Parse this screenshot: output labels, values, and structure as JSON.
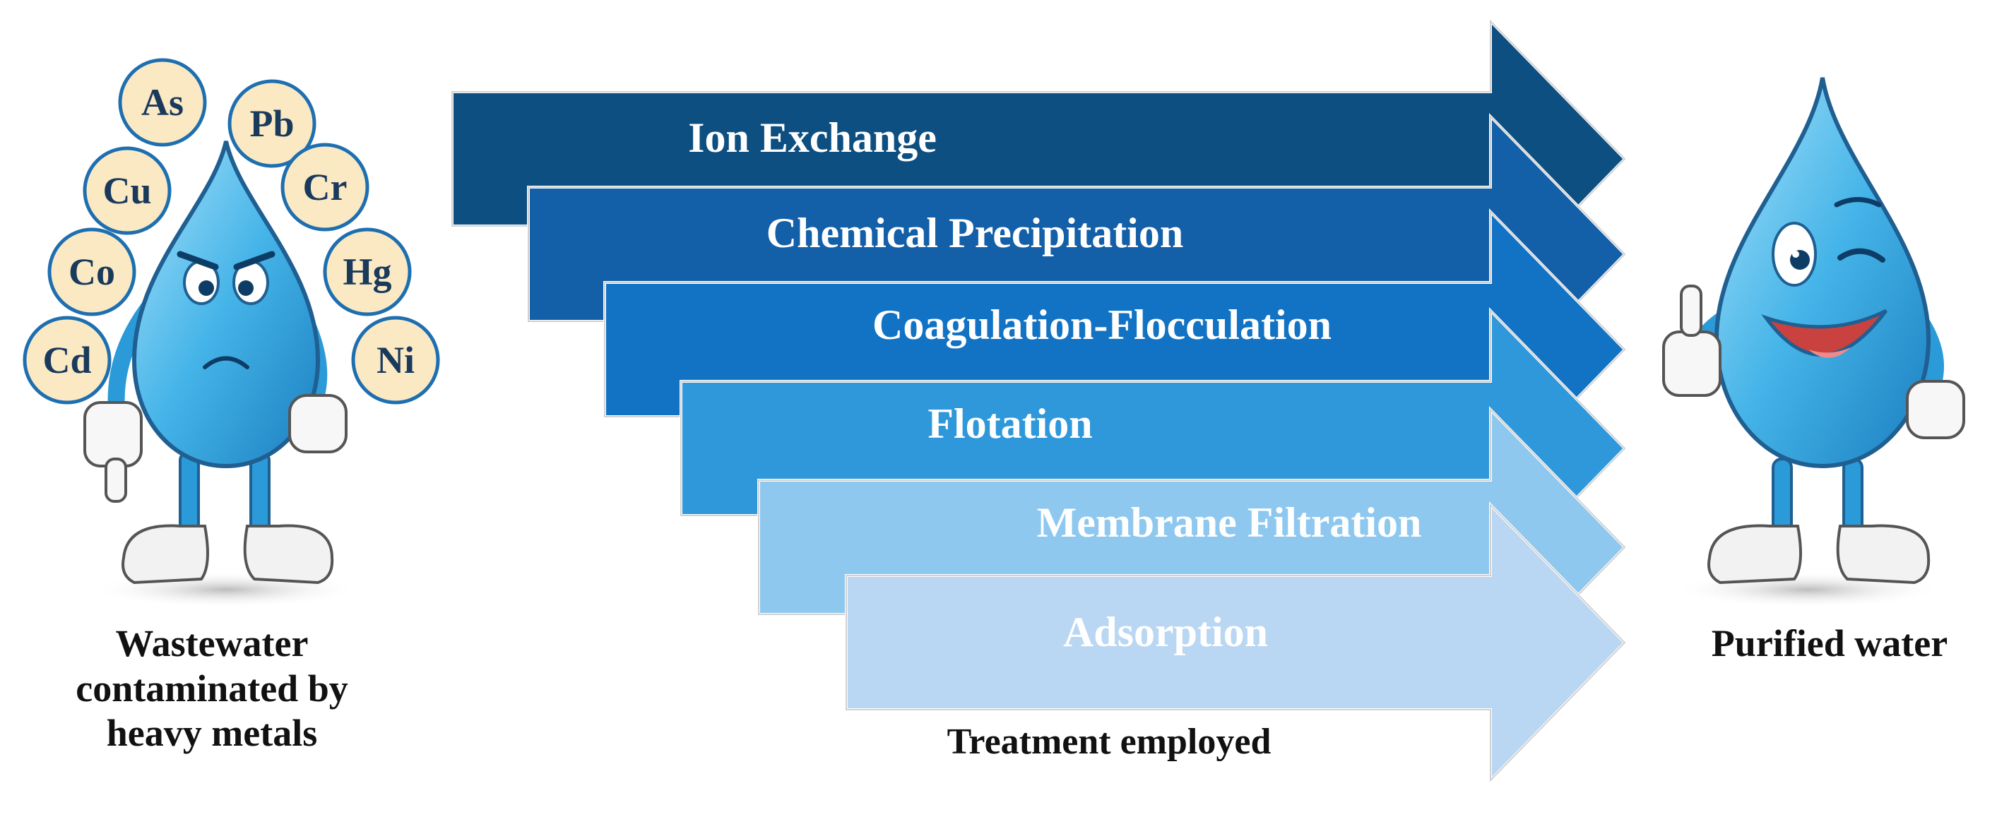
{
  "metals": [
    "As",
    "Pb",
    "Cu",
    "Cr",
    "Co",
    "Hg",
    "Cd",
    "Ni"
  ],
  "treatments": [
    {
      "label": "Ion Exchange",
      "color": "#0e4f82",
      "text_color": "#ffffff"
    },
    {
      "label": "Chemical Precipitation",
      "color": "#135fa8",
      "text_color": "#ffffff"
    },
    {
      "label": "Coagulation-Flocculation",
      "color": "#1273c4",
      "text_color": "#ffffff"
    },
    {
      "label": "Flotation",
      "color": "#2f98da",
      "text_color": "#ffffff"
    },
    {
      "label": "Membrane Filtration",
      "color": "#8fc8ef",
      "text_color": "#ffffff"
    },
    {
      "label": "Adsorption",
      "color": "#b9d6f3",
      "text_color": "#ffffff"
    }
  ],
  "captions": {
    "left": [
      "Wastewater",
      "contaminated by",
      "heavy metals"
    ],
    "center": "Treatment employed",
    "right": "Purified water"
  },
  "colors": {
    "drop_light": "#8fd6f5",
    "drop_mid": "#3fb0e6",
    "drop_dark": "#1b7fc0",
    "metal_fill": "#fbe9c4",
    "metal_stroke": "#1e6fb0",
    "outline": "#1f5f91"
  }
}
